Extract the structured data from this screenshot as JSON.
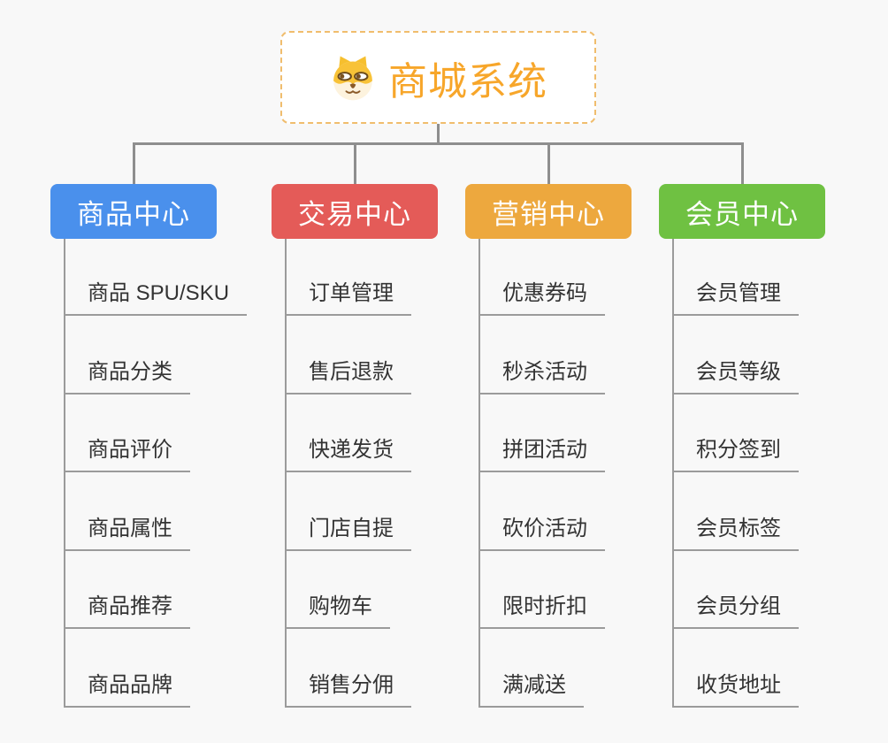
{
  "root": {
    "title": "商城系统",
    "icon": "doge-icon"
  },
  "colors": {
    "background": "#f8f8f8",
    "connector": "#8e8e8e",
    "child_line": "#9b9b9b",
    "child_text": "#333333",
    "root_text": "#f7a62a",
    "root_border": "#f0bd6d",
    "branch_blue": "#4a90ec",
    "branch_red": "#e45b58",
    "branch_orange": "#eda83e",
    "branch_green": "#6fc142"
  },
  "branches": [
    {
      "label": "商品中心",
      "color": "#4a90ec",
      "children": [
        "商品 SPU/SKU",
        "商品分类",
        "商品评价",
        "商品属性",
        "商品推荐",
        "商品品牌"
      ]
    },
    {
      "label": "交易中心",
      "color": "#e45b58",
      "children": [
        "订单管理",
        "售后退款",
        "快递发货",
        "门店自提",
        "购物车",
        "销售分佣"
      ]
    },
    {
      "label": "营销中心",
      "color": "#eda83e",
      "children": [
        "优惠券码",
        "秒杀活动",
        "拼团活动",
        "砍价活动",
        "限时折扣",
        "满减送"
      ]
    },
    {
      "label": "会员中心",
      "color": "#6fc142",
      "children": [
        "会员管理",
        "会员等级",
        "积分签到",
        "会员标签",
        "会员分组",
        "收货地址"
      ]
    }
  ]
}
